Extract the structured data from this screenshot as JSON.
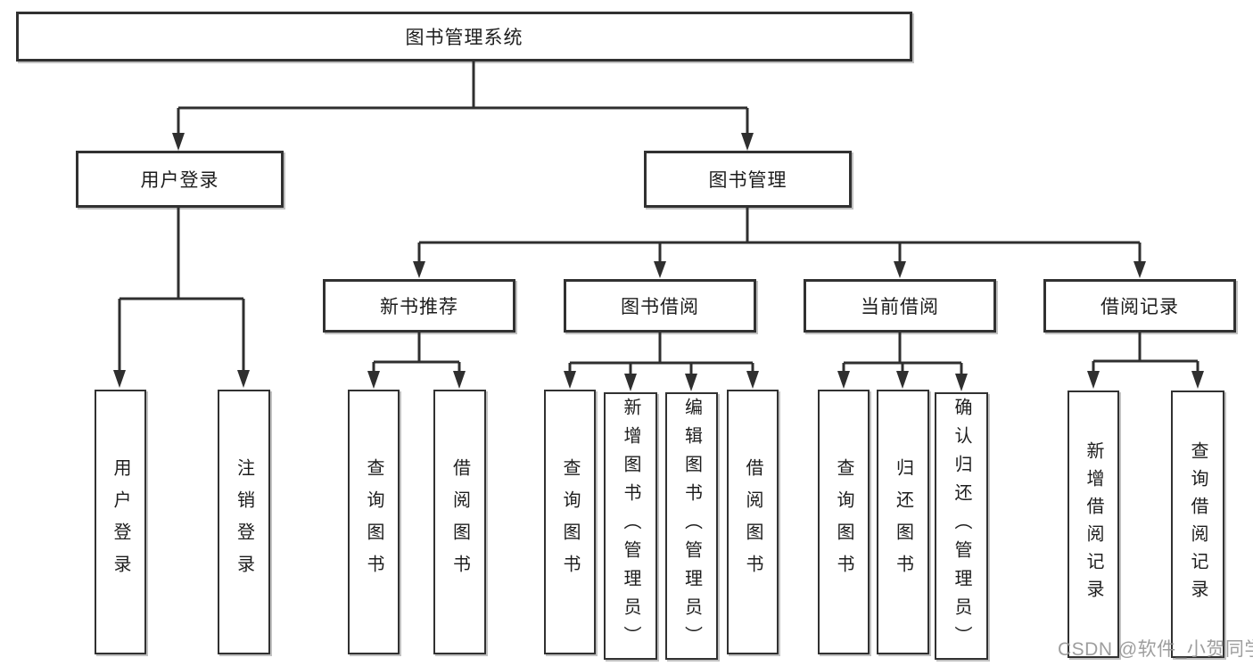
{
  "tree": {
    "label": "图书管理系统",
    "children": [
      {
        "label": "用户登录",
        "children": [
          {
            "label": "用户登录"
          },
          {
            "label": "注销登录"
          }
        ]
      },
      {
        "label": "图书管理",
        "children": [
          {
            "label": "新书推荐",
            "children": [
              {
                "label": "查询图书"
              },
              {
                "label": "借阅图书"
              }
            ]
          },
          {
            "label": "图书借阅",
            "children": [
              {
                "label": "查询图书"
              },
              {
                "label": "新增图书（管理员）"
              },
              {
                "label": "编辑图书（管理员）"
              },
              {
                "label": "借阅图书"
              }
            ]
          },
          {
            "label": "当前借阅",
            "children": [
              {
                "label": "查询图书"
              },
              {
                "label": "归还图书"
              },
              {
                "label": "确认归还（管理员）"
              }
            ]
          },
          {
            "label": "借阅记录",
            "children": [
              {
                "label": "新增借阅记录"
              },
              {
                "label": "查询借阅记录"
              }
            ]
          }
        ]
      }
    ]
  },
  "watermark": {
    "text": "CSDN @软件_小贺同学",
    "color": "#969696"
  },
  "colors": {
    "line": "#2f2f2f",
    "box_border": "#313131",
    "text": "#1d1d1d",
    "background": "#ffffff"
  }
}
